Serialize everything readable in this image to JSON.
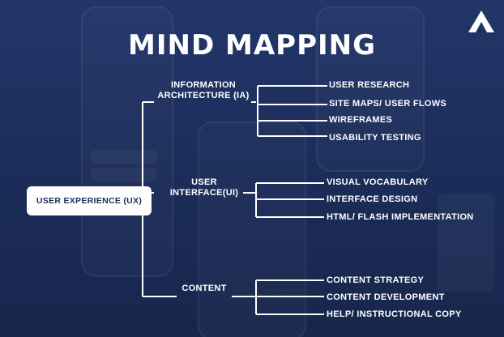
{
  "title": "MIND MAPPING",
  "colors": {
    "background": "#1b2c58",
    "foreground": "#ffffff",
    "box_text": "#1b2c58"
  },
  "logo": {
    "icon": "brand-logo-icon"
  },
  "root": {
    "label": "USER EXPERIENCE (UX)"
  },
  "branches": [
    {
      "label": "INFORMATION ARCHITECTURE (IA)",
      "items": [
        "USER RESEARCH",
        "SITE MAPS/ USER FLOWS",
        "WIREFRAMES",
        "USABILITY TESTING"
      ]
    },
    {
      "label": "USER INTERFACE(UI)",
      "items": [
        "VISUAL VOCABULARY",
        "INTERFACE DESIGN",
        "HTML/ FLASH IMPLEMENTATION"
      ]
    },
    {
      "label": "CONTENT",
      "items": [
        "CONTENT STRATEGY",
        "CONTENT DEVELOPMENT",
        "HELP/ INSTRUCTIONAL COPY"
      ]
    }
  ]
}
